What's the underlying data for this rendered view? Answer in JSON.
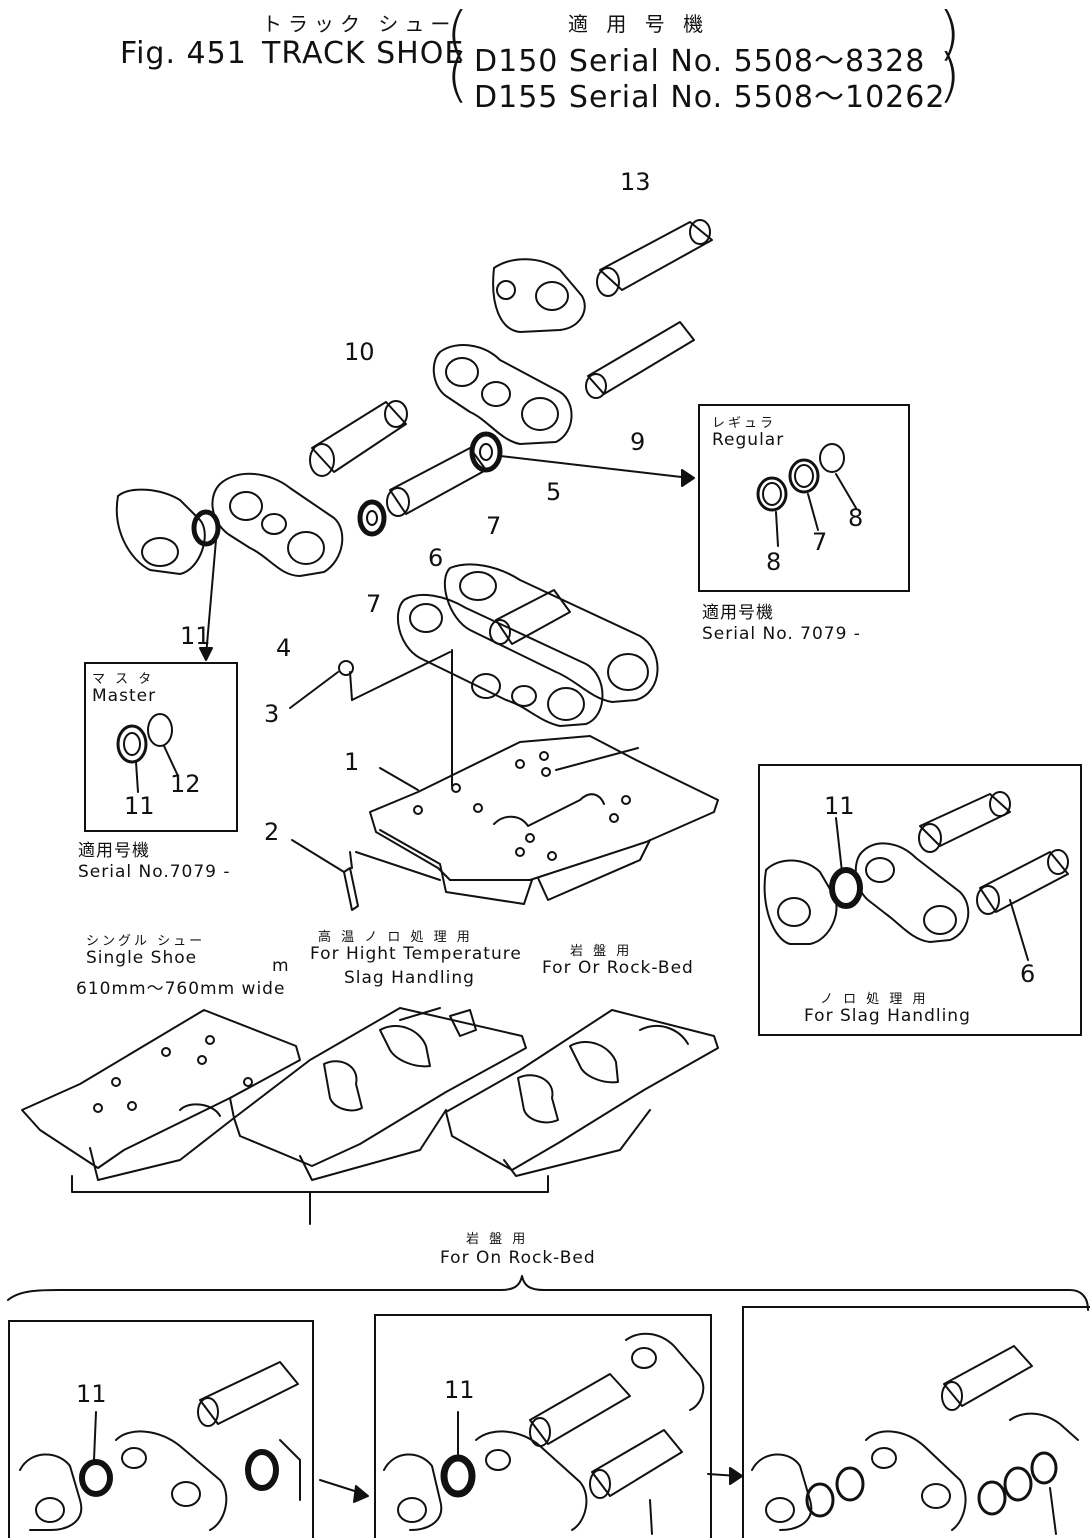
{
  "header": {
    "title_jp": "トラック シュー",
    "applicable_jp": "適 用 号 機",
    "fig_label": "Fig. 451",
    "title": "TRACK SHOE",
    "serial_1": "D150 Serial No. 5508～8328",
    "serial_2": "D155 Serial No. 5508～10262"
  },
  "callouts": {
    "p1": "1",
    "p2": "2",
    "p3": "3",
    "p4": "4",
    "p5": "5",
    "p6": "6",
    "p7": "7",
    "p8": "8",
    "p9": "9",
    "p10": "10",
    "p11": "11",
    "p12": "12",
    "p13": "13"
  },
  "regular_box": {
    "title_jp": "レギュラ",
    "title": "Regular",
    "serial_jp": "適用号機",
    "serial": "Serial No. 7079 -"
  },
  "master_box": {
    "title_jp": "マ ス タ",
    "title": "Master",
    "serial_jp": "適用号機",
    "serial": "Serial No.7079 -"
  },
  "shoe_labels": {
    "single_jp": "シングル シュー",
    "single": "Single Shoe",
    "unit": "m",
    "width": "610mm～760mm wide",
    "high_temp_jp": "高 温 ノ ロ 処 理 用",
    "high_temp": "For Hight Temperature",
    "slag_handling": "Slag Handling",
    "rock_bed_jp": "岩 盤 用",
    "rock_bed": "For Or Rock-Bed",
    "rock_bed_bottom_jp": "岩 盤 用",
    "rock_bed_bottom": "For On Rock-Bed"
  },
  "slag_box": {
    "caption_jp": "ノ ロ 処 理 用",
    "caption": "For Slag Handling"
  }
}
